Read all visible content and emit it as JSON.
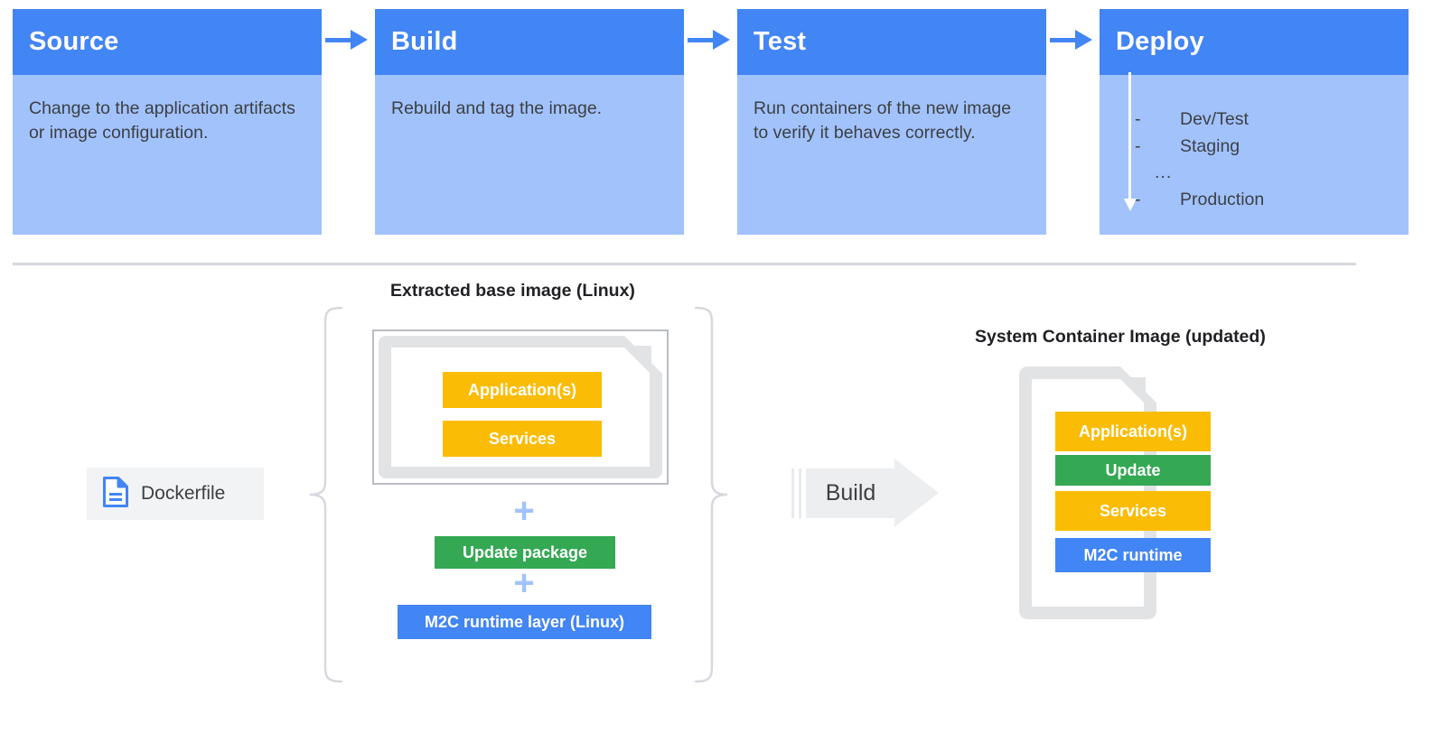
{
  "pipeline": {
    "stages": [
      {
        "title": "Source",
        "body": "Change to the application artifacts or image configuration."
      },
      {
        "title": "Build",
        "body": "Rebuild and tag the image."
      },
      {
        "title": "Test",
        "body": "Run containers of the new image to verify it behaves correctly."
      },
      {
        "title": "Deploy",
        "body": ""
      }
    ],
    "deploy_list": {
      "items": [
        {
          "dash": "-",
          "label": "Dev/Test"
        },
        {
          "dash": "-",
          "label": "Staging"
        }
      ],
      "ellipsis": "...",
      "last": {
        "dash": "-",
        "label": "Production"
      }
    },
    "arrow_icon": "arrow-right-icon"
  },
  "lower": {
    "left_caption": "Extracted base image (Linux)",
    "right_caption": "System Container Image (updated)",
    "dockerfile": {
      "label": "Dockerfile",
      "icon": "document-icon"
    },
    "build_arrow": {
      "label": "Build"
    },
    "plus_symbol": "+",
    "base_image_layers": [
      {
        "label": "Application(s)",
        "color": "#fabc05"
      },
      {
        "label": "Services",
        "color": "#fabc05"
      }
    ],
    "added_layers": [
      {
        "label": "Update package",
        "color": "#34a853"
      },
      {
        "label": "M2C runtime layer (Linux)",
        "color": "#4285f4"
      }
    ],
    "result_layers": [
      {
        "label": "Application(s)",
        "color": "#fabc05"
      },
      {
        "label": "Update",
        "color": "#34a853"
      },
      {
        "label": "Services",
        "color": "#fabc05"
      },
      {
        "label": "M2C runtime",
        "color": "#4285f4"
      }
    ]
  },
  "colors": {
    "brand_blue": "#4285f4",
    "light_blue": "#a2c2fc",
    "amber": "#fabc05",
    "green": "#34a853",
    "gray_doc": "#e2e3e5",
    "divider": "#d5d9de"
  }
}
